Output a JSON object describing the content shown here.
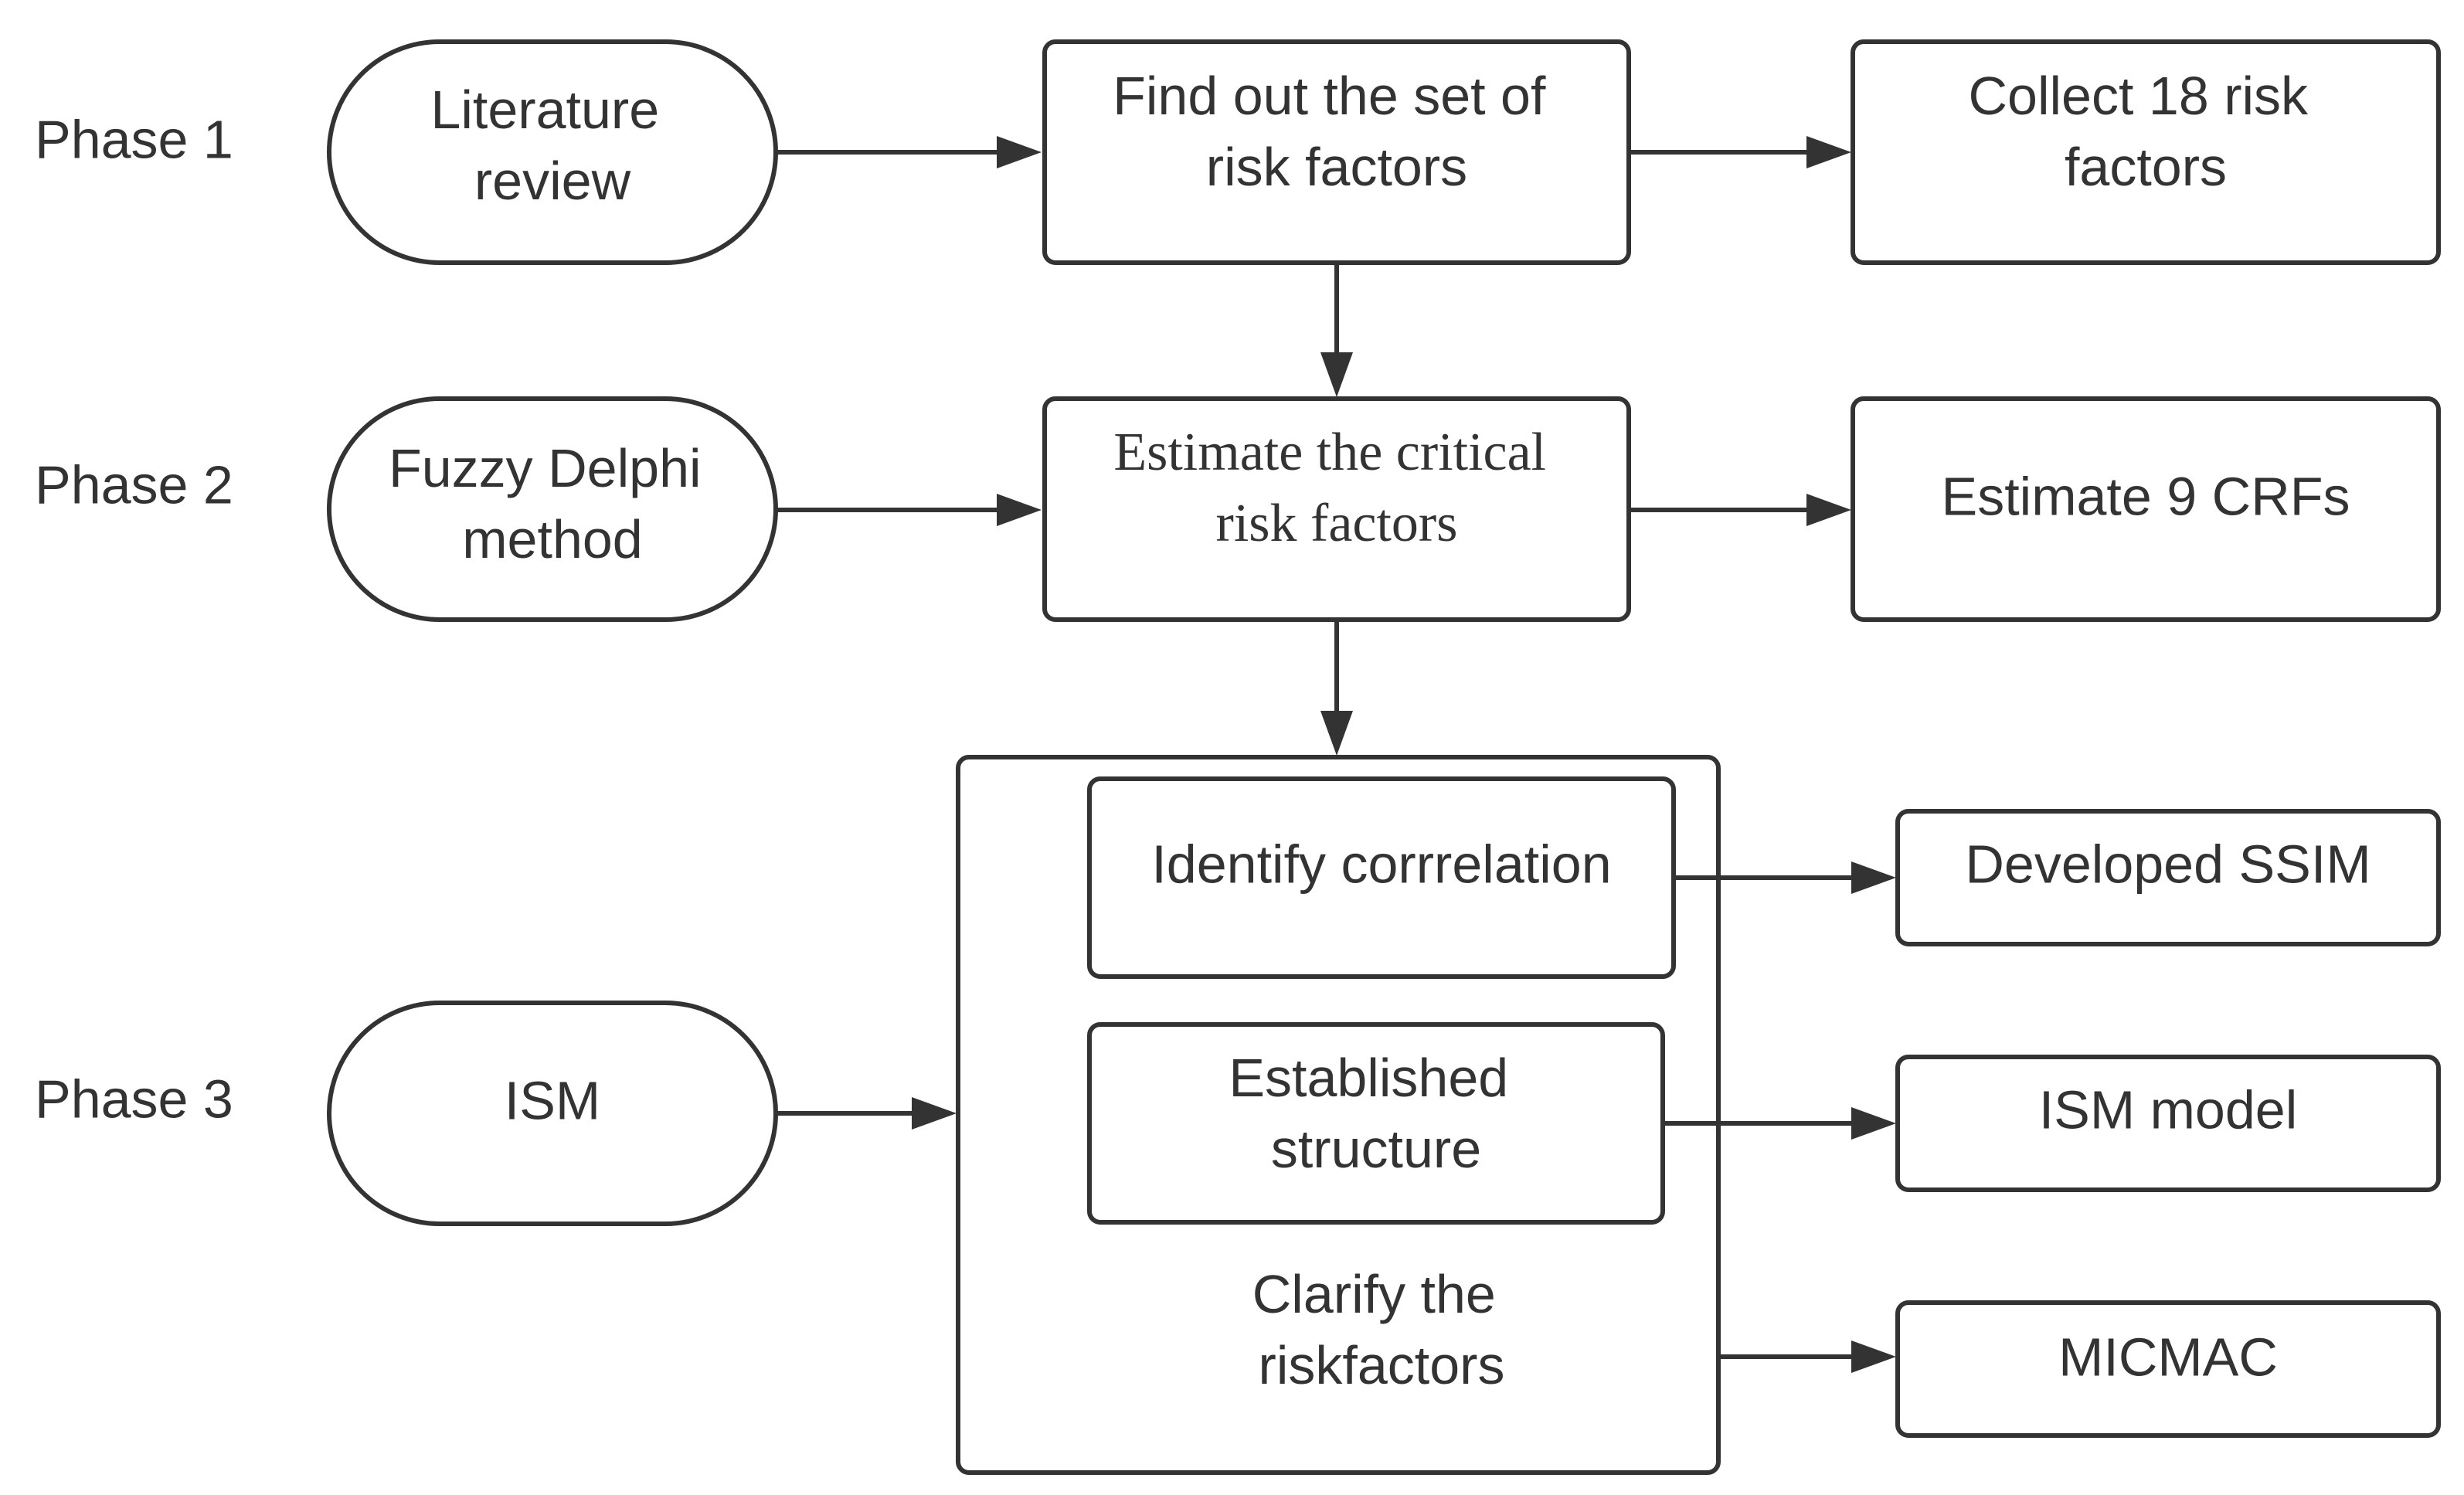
{
  "phases": [
    {
      "label": "Phase 1"
    },
    {
      "label": "Phase 2"
    },
    {
      "label": "Phase 3"
    }
  ],
  "methods": [
    {
      "lines": [
        "Literature",
        "review"
      ]
    },
    {
      "lines": [
        "Fuzzy Delphi",
        "method"
      ]
    },
    {
      "lines": [
        "ISM"
      ]
    }
  ],
  "steps": [
    {
      "lines": [
        "Find out the set of",
        "risk factors"
      ]
    },
    {
      "lines": [
        "Estimate the critical",
        "risk factors"
      ]
    }
  ],
  "phase3": {
    "sub_steps": [
      {
        "lines": [
          "Identify corrrelation"
        ]
      },
      {
        "lines": [
          "Established",
          "structure"
        ]
      }
    ],
    "caption": [
      "Clarify the",
      "riskfactors"
    ]
  },
  "outputs": [
    {
      "lines": [
        "Collect 18 risk",
        "factors"
      ]
    },
    {
      "lines": [
        "Estimate 9 CRFs"
      ]
    },
    {
      "lines": [
        "Developed SSIM"
      ]
    },
    {
      "lines": [
        "ISM model"
      ]
    },
    {
      "lines": [
        "MICMAC"
      ]
    }
  ],
  "colors": {
    "stroke": "#333333",
    "text": "#333333",
    "background": "#ffffff"
  }
}
